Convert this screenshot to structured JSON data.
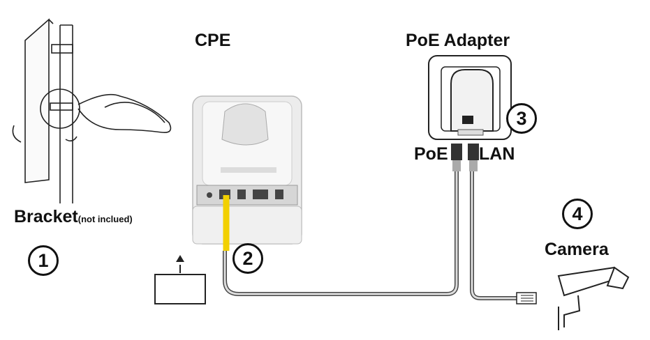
{
  "labels": {
    "cpe": "CPE",
    "poe_adapter": "PoE Adapter",
    "poe": "PoE",
    "lan": "LAN",
    "camera": "Camera",
    "bracket": "Bracket",
    "bracket_note": "(not inclued)"
  },
  "steps": [
    "1",
    "2",
    "3",
    "4"
  ],
  "colors": {
    "ethernet_cable": "#f2d000",
    "line": "#222222",
    "device_body": "#eeeeee"
  }
}
